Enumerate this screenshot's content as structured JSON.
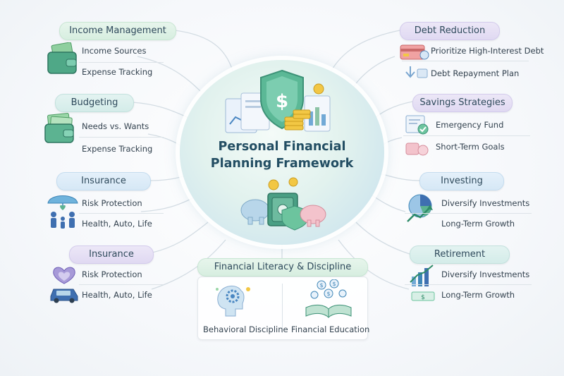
{
  "title": "Personal Financial Planning Framework",
  "left": [
    {
      "heading": "Income Management",
      "items": [
        "Income Sources",
        "Expense Tracking"
      ]
    },
    {
      "heading": "Budgeting",
      "items": [
        "Needs vs. Wants",
        "Expense Tracking"
      ]
    },
    {
      "heading": "Insurance",
      "items": [
        "Risk Protection",
        "Health, Auto, Life"
      ]
    },
    {
      "heading": "Insurance",
      "items": [
        "Risk Protection",
        "Health, Auto, Life"
      ]
    }
  ],
  "right": [
    {
      "heading": "Debt Reduction",
      "items": [
        "Prioritize High-Interest Debt",
        "Debt Repayment Plan"
      ]
    },
    {
      "heading": "Savings Strategies",
      "items": [
        "Emergency Fund",
        "Short-Term Goals"
      ]
    },
    {
      "heading": "Investing",
      "items": [
        "Diversify Investments",
        "Long-Term Growth"
      ]
    },
    {
      "heading": "Retirement",
      "items": [
        "Diversify Investments",
        "Long-Term Growth"
      ]
    }
  ],
  "bottom": {
    "heading": "Financial Literacy & Discipline",
    "items": [
      "Behavioral Discipline",
      "Financial Education"
    ]
  },
  "colors": {
    "green": "#d7eee0",
    "blue": "#d6e8f6",
    "purple": "#e0d9f2",
    "teal": "#d4ece9",
    "title": "#234e63",
    "shield": "#4fae8e",
    "coin": "#f2c744"
  },
  "icons": [
    "wallet-icon",
    "cash-wallet-icon",
    "umbrella-family-icon",
    "heart-car-icon",
    "credit-card-icon",
    "repayment-arrow-icon",
    "checklist-icon",
    "piggy-goal-icon",
    "pie-chart-icon",
    "growth-chart-icon",
    "brain-gear-icon",
    "book-coins-icon",
    "shield-dollar-icon",
    "piggy-bank-icon",
    "safe-icon",
    "coin-stack-icon"
  ]
}
